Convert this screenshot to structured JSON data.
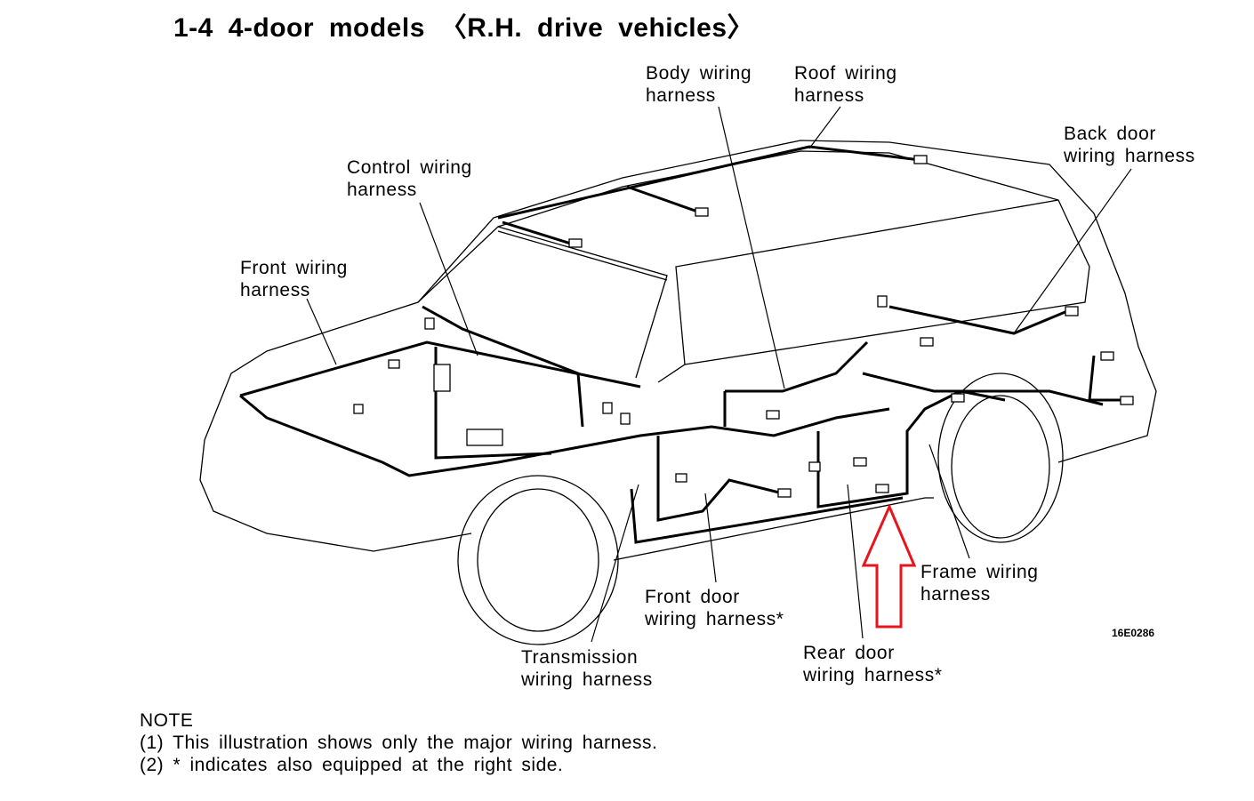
{
  "title": "1-4   4-door models 〈R.H. drive vehicles〉",
  "figure_code": "16E0286",
  "labels": {
    "body": [
      "Body wiring",
      "harness"
    ],
    "roof": [
      "Roof wiring",
      "harness"
    ],
    "back_door": [
      "Back door",
      "wiring harness"
    ],
    "control": [
      "Control wiring",
      "harness"
    ],
    "front": [
      "Front wiring",
      "harness"
    ],
    "front_door": [
      "Front door",
      "wiring harness*"
    ],
    "frame": [
      "Frame wiring",
      "harness"
    ],
    "transmission": [
      "Transmission",
      "wiring harness"
    ],
    "rear_door": [
      "Rear door",
      "wiring harness*"
    ]
  },
  "note": {
    "heading": "NOTE",
    "lines": [
      "(1) This illustration shows only the major wiring harness.",
      "(2) * indicates also equipped at the right side."
    ]
  },
  "colors": {
    "highlight_arrow": "#e8141b"
  }
}
